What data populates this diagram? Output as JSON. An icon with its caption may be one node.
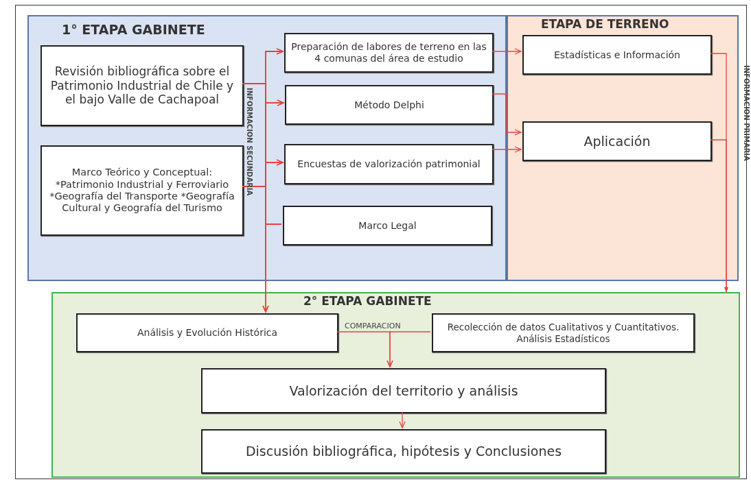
{
  "diagram": {
    "nodes": [
      {
        "text": [
          "1° ETAPA GABINETE"
        ]
      },
      {
        "text": [
          "Revisión bibliográfica sobre el Patrimonio Industrial de Chile y el bajo Valle de Cachapoal"
        ],
        "in": 0
      },
      {
        "text": [
          "Marco Teórico y Conceptual: *Patrimonio Industrial y Ferroviario *Geografía del Transporte *Geografía Cultural y Geografía del Turismo"
        ],
        "in": 0
      },
      {
        "text": [
          "Preparación de labores de terreno en las 4 comunas del área de estudio"
        ],
        "in": 0
      },
      {
        "text": [
          "Método Delphi"
        ],
        "in": 0
      },
      {
        "text": [
          "Encuestas de valorización patrimonial"
        ],
        "in": 0
      },
      {
        "text": [
          "Marco Legal"
        ],
        "in": 0
      },
      {
        "text": [
          "ETAPA DE TERRENO"
        ]
      },
      {
        "text": [
          "Estadísticas e Información"
        ],
        "in": 7
      },
      {
        "text": [
          "Aplicación"
        ],
        "in": 7
      },
      {
        "text": [
          "2° ETAPA GABINETE"
        ]
      },
      {
        "text": [
          "Análisis y Evolución Histórica"
        ],
        "in": 10
      },
      {
        "text": [
          "Recolección de datos Cualitativos y Cuantitativos. Análisis Estadísticos"
        ],
        "in": 10
      },
      {
        "text": [
          "Valorización del territorio y análisis"
        ],
        "in": 10
      },
      {
        "text": [
          "Discusión bibliográfica, hipótesis y Conclusiones"
        ],
        "in": 10
      }
    ],
    "edges": [
      {
        "from": 1,
        "to": 3,
        "arrow": "to"
      },
      {
        "from": 1,
        "to": 4,
        "arrow": "to"
      },
      {
        "from": 1,
        "to": 5,
        "arrow": "to"
      },
      {
        "from": 1,
        "to": 11,
        "arrow": "to"
      },
      {
        "from": 2,
        "to": 3,
        "arrow": "to"
      },
      {
        "from": 2,
        "to": 4,
        "arrow": "to"
      },
      {
        "from": 2,
        "to": 5,
        "arrow": "to"
      },
      {
        "from": 2,
        "to": 11,
        "arrow": "to"
      },
      {
        "from": 6,
        "to": 3,
        "arrow": "to"
      },
      {
        "from": 6,
        "to": 4,
        "arrow": "to"
      },
      {
        "from": 6,
        "to": 5,
        "arrow": "to"
      },
      {
        "from": 6,
        "to": 11,
        "arrow": "to"
      },
      {
        "from": 3,
        "to": 8,
        "arrow": "to"
      },
      {
        "from": 4,
        "to": 9,
        "arrow": "to"
      },
      {
        "from": 5,
        "to": 9,
        "arrow": "to"
      },
      {
        "from": 8,
        "to": 10,
        "arrow": "to"
      },
      {
        "from": 9,
        "to": 10,
        "arrow": "to"
      },
      {
        "from": 11,
        "to": 13,
        "arrow": "to",
        "label": "COMPARACION"
      },
      {
        "from": 12,
        "to": 13,
        "arrow": "to"
      },
      {
        "from": 13,
        "to": 14,
        "arrow": "to"
      }
    ],
    "labels": [
      "INFORMACION SECUNDARIA",
      "INFORMACION PRIMARIA"
    ]
  }
}
